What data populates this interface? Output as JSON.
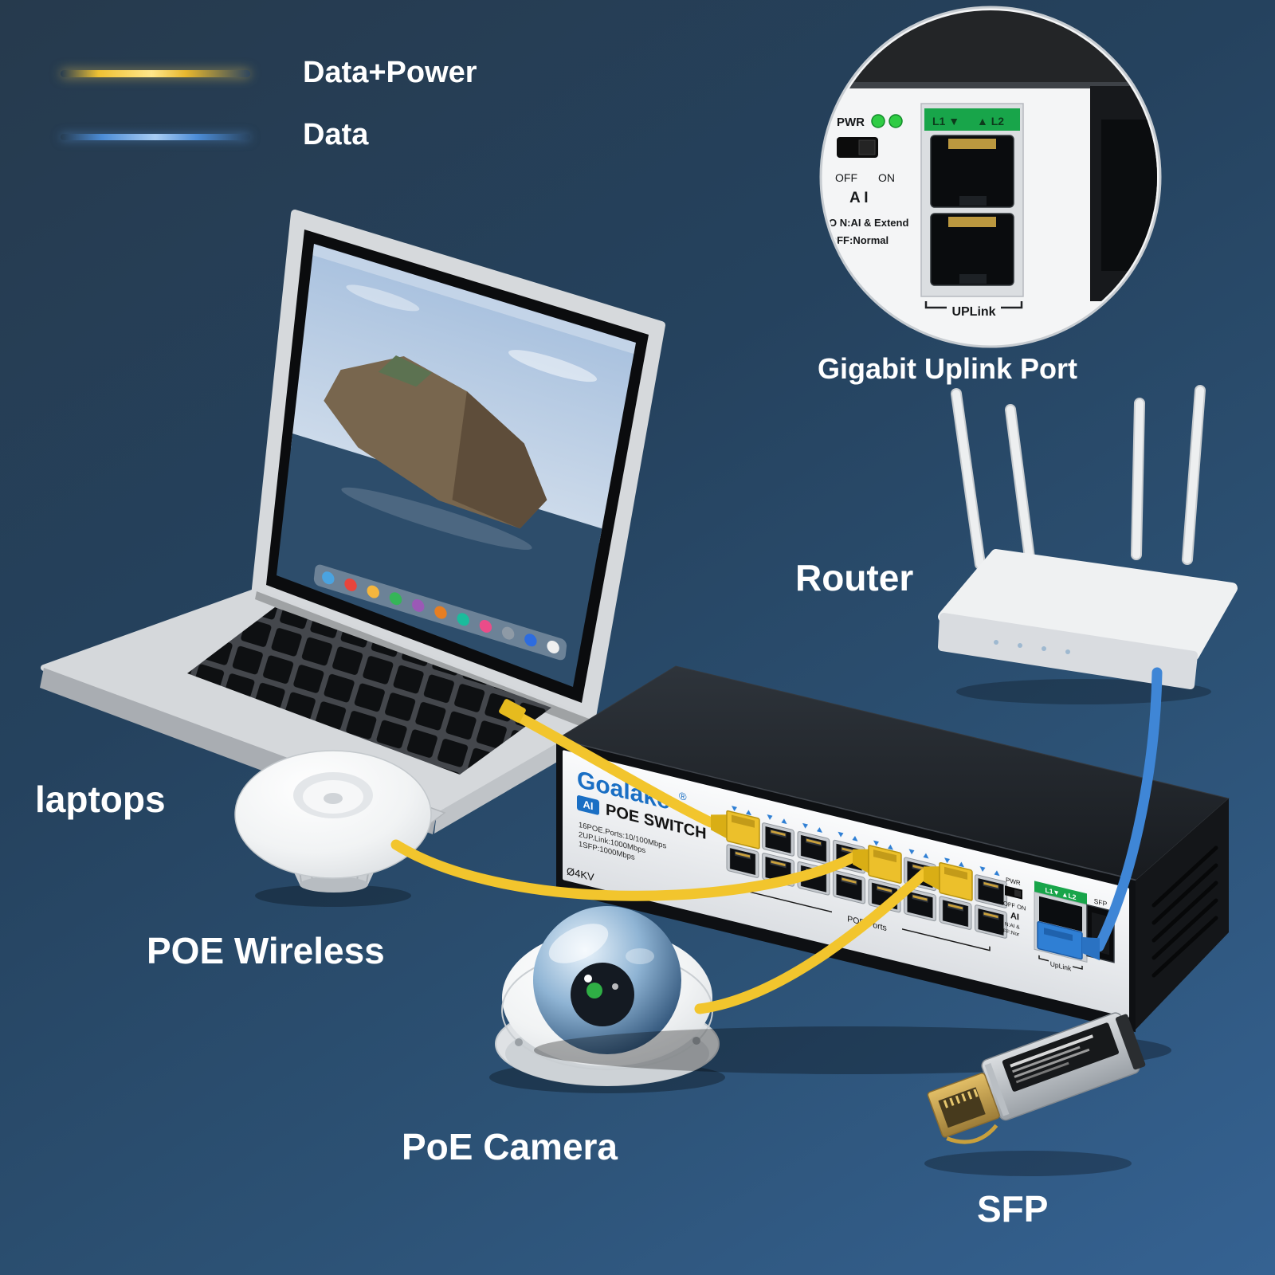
{
  "legend": {
    "data_power_label": "Data+Power",
    "data_label": "Data"
  },
  "labels": {
    "gigabit_uplink": "Gigabit Uplink Port",
    "router": "Router",
    "laptops": "laptops",
    "poe_wireless": "POE Wireless",
    "poe_camera": "PoE Camera",
    "sfp": "SFP"
  },
  "uplink_inset": {
    "pwr": "PWR",
    "off": "OFF",
    "on": "ON",
    "ai": "A I",
    "mode_on": "O N:AI & Extend",
    "mode_off": "OFF:Normal",
    "l1": "L1 ▼",
    "l2": "▲ L2",
    "uplink": "UPLink"
  },
  "switch_panel": {
    "brand": "Goalake",
    "reg_mark": "®",
    "ai_badge": "AI",
    "title": "POE SWITCH",
    "spec_line1": "16POE.Ports:10/100Mbps",
    "spec_line2": "2UP.Link:1000Mbps",
    "spec_line3": "1SFP:1000Mbps",
    "surge_rating": "Ø4KV",
    "poe_ports": "POE Ports",
    "pwr": "PWR",
    "off_on": "OFF  ON",
    "ai": "AI",
    "mode_line1": "O N:AI &",
    "mode_line2": "OFF:Nor",
    "l1_l2": "L1▼  ▲L2",
    "uplink": "UpLink",
    "sfp": "SFP"
  },
  "colors": {
    "cable_data_power": "#F2C52D",
    "cable_data": "#3F86D6",
    "led_green": "#2FCC44",
    "brand_blue": "#1A6FC4",
    "uplink_green": "#18A54A",
    "background_top": "#243A4F",
    "background_bottom": "#33608F"
  }
}
